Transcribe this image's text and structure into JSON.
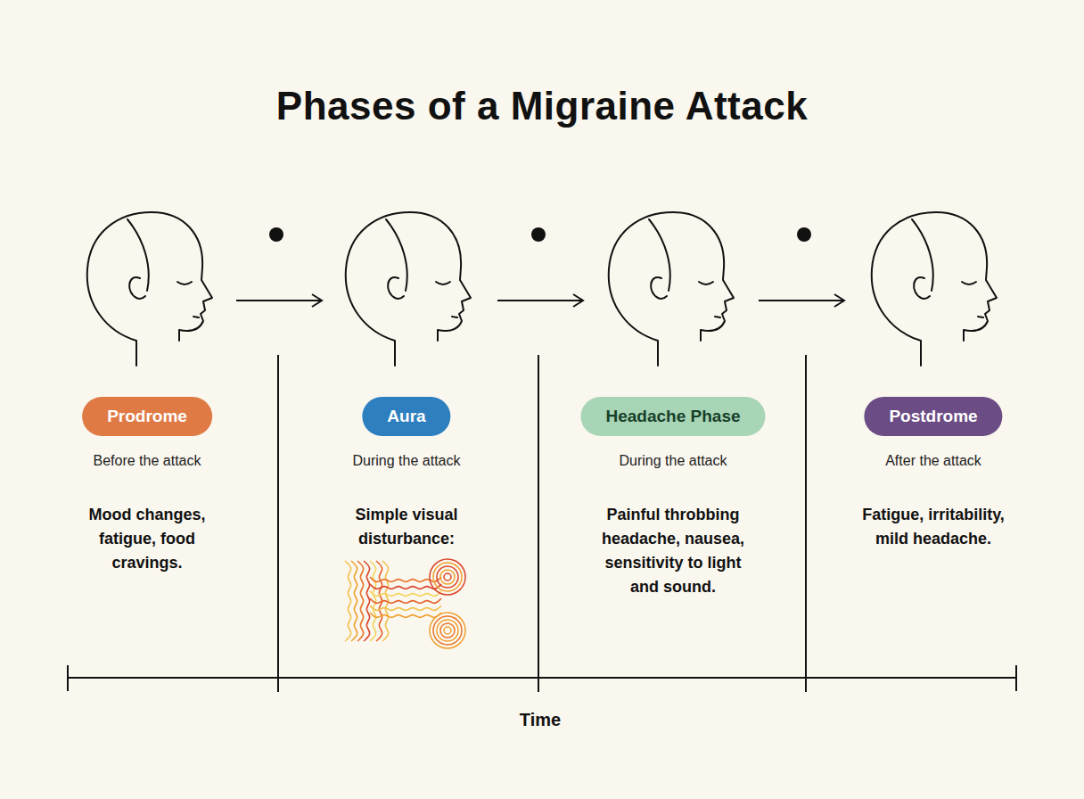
{
  "diagram": {
    "title": "Phases of a Migraine Attack",
    "nodes": [
      {
        "text": [
          "Prodrome"
        ]
      },
      {
        "text": [
          "Aura"
        ]
      },
      {
        "text": [
          "Headache Phase"
        ]
      },
      {
        "text": [
          "Postdrome"
        ]
      }
    ],
    "labels": [
      "Before the attack",
      "Mood changes, fatigue, food cravings.",
      "During the attack",
      "Simple visual disturbance:",
      "During the attack",
      "Painful throbbing headache, nausea, sensitivity to light and sound.",
      "After the attack",
      "Fatigue, irritability, mild headache.",
      "Time"
    ]
  }
}
